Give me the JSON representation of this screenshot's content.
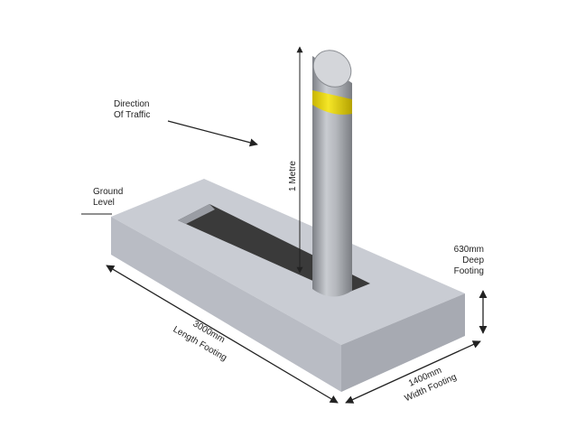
{
  "labels": {
    "direction_line1": "Direction",
    "direction_line2": "Of Traffic",
    "ground_line1": "Ground",
    "ground_line2": "Level",
    "height": "1 Metre",
    "depth_line1": "630mm",
    "depth_line2": "Deep",
    "depth_line3": "Footing",
    "length_line1": "3000mm",
    "length_line2": "Length Footing",
    "width_line1": "1400mm",
    "width_line2": "Width Footing"
  },
  "colors": {
    "footing_top": "#c9ccd3",
    "footing_front": "#b9bcc4",
    "footing_side": "#a7aab2",
    "slot": "#3a3a3a",
    "bollard": "#a8abb1",
    "reflective_band": "#f0e020",
    "arrow": "#222222"
  }
}
